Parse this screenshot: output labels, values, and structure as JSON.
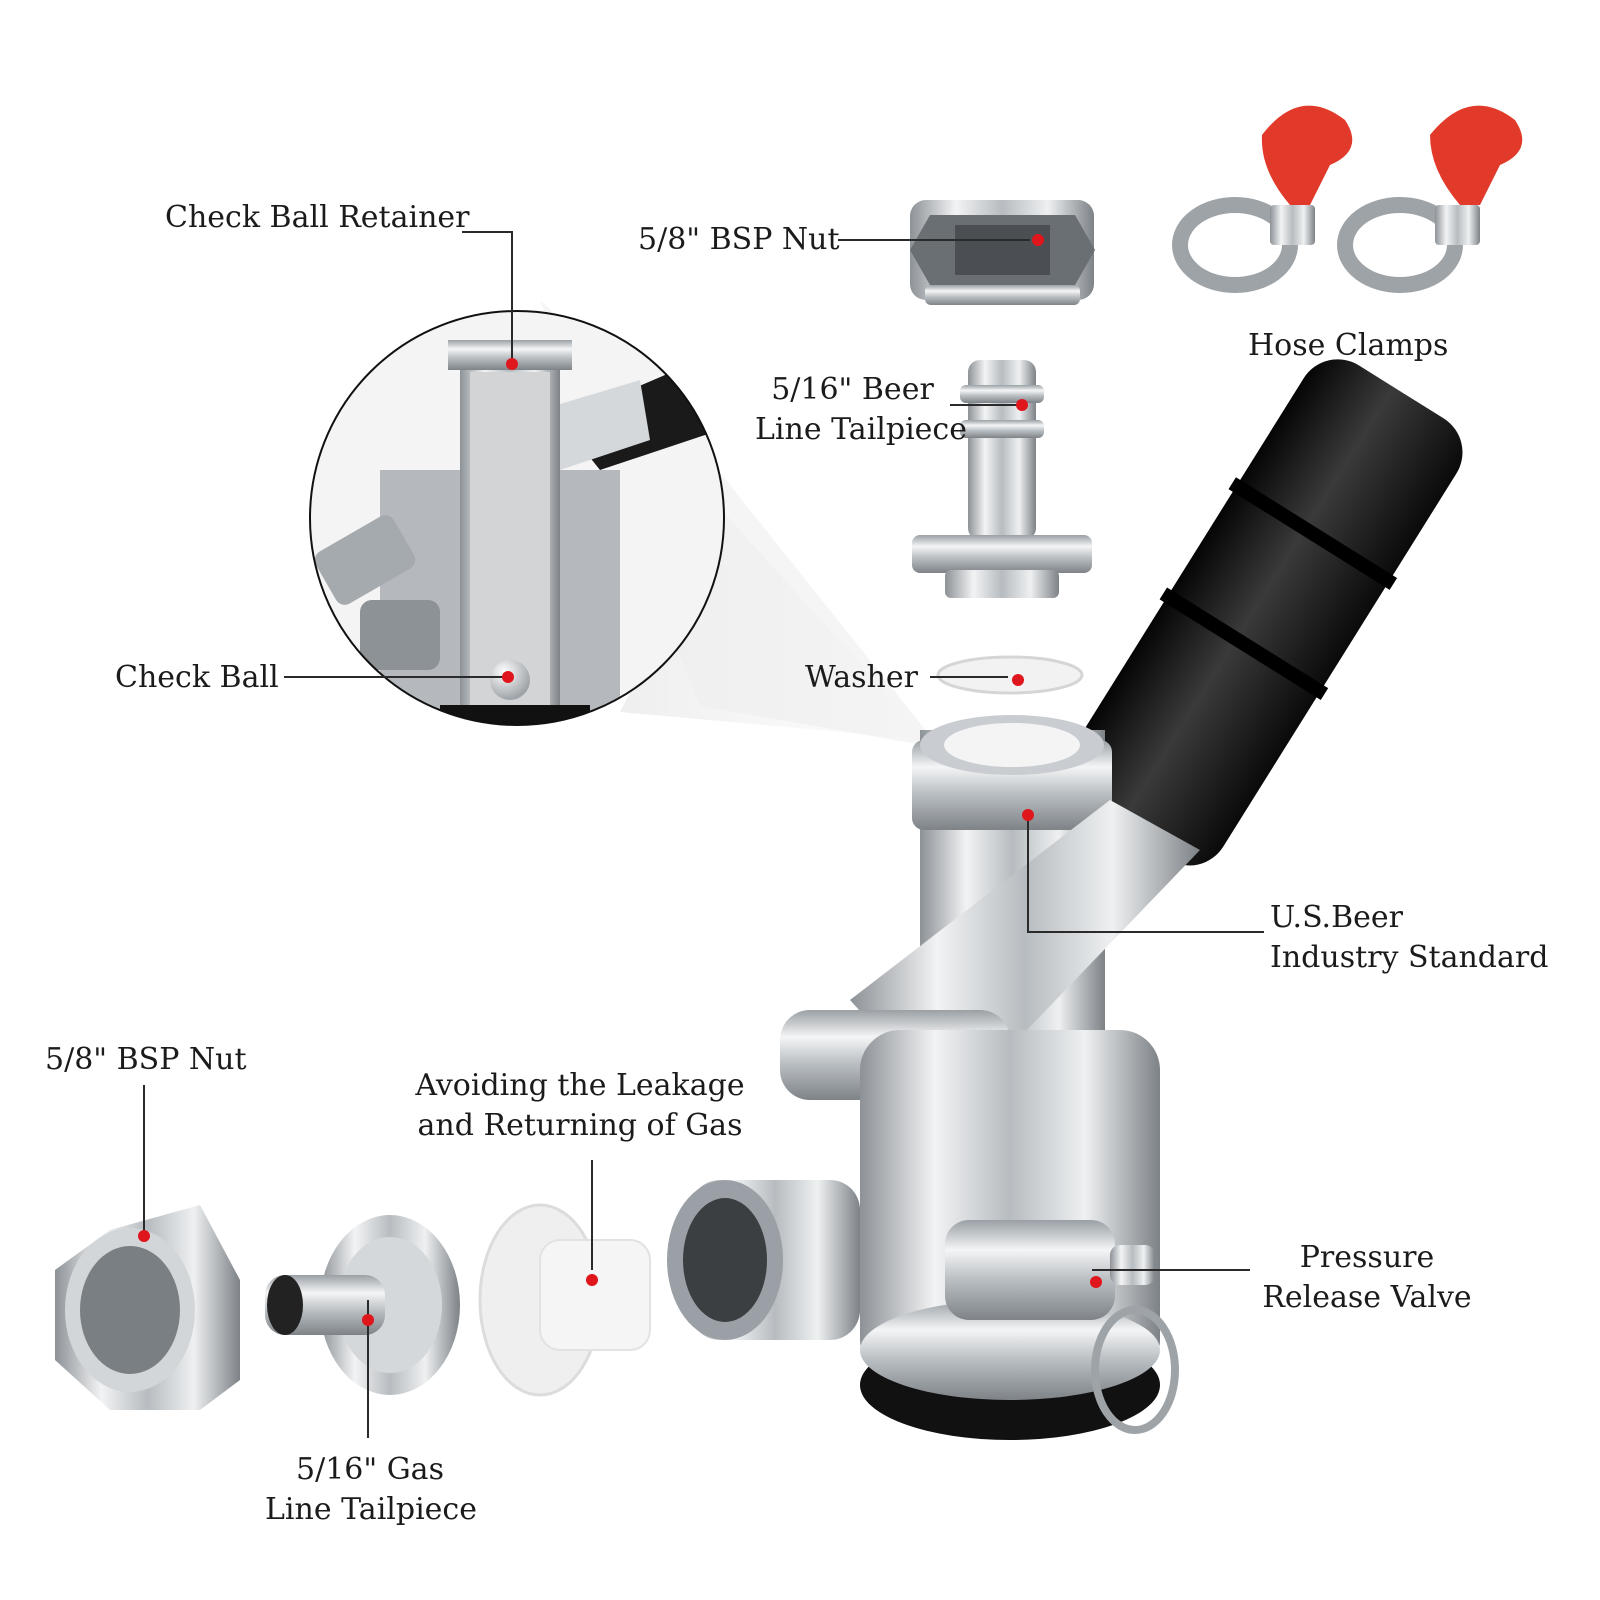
{
  "colors": {
    "accent_dot": "#e0161d",
    "leader_line": "#2a2a2a",
    "handle_black": "#111111",
    "clamp_key_red": "#e23a2a",
    "steel": "#c9cdd1"
  },
  "labels": {
    "check_ball_retainer": "Check Ball Retainer",
    "bsp_nut_top": "5/8\" BSP Nut",
    "hose_clamps": "Hose Clamps",
    "beer_tailpiece": {
      "line1": "5/16\" Beer",
      "line2": "Line Tailpiece"
    },
    "check_ball": "Check Ball",
    "washer": "Washer",
    "us_standard": {
      "line1": "U.S.Beer",
      "line2": "Industry Standard"
    },
    "bsp_nut_bottom": "5/8\" BSP Nut",
    "avoid_leakage": {
      "line1": "Avoiding the Leakage",
      "line2": "and Returning of Gas"
    },
    "pressure_valve": {
      "line1": "Pressure",
      "line2": "Release Valve"
    },
    "gas_tailpiece": {
      "line1": "5/16\" Gas",
      "line2": "Line Tailpiece"
    }
  },
  "icons": [
    "keg-coupler",
    "hex-nut",
    "hose-clamp",
    "barb-tailpiece",
    "washer",
    "check-valve-insert",
    "magnifier-callout"
  ]
}
